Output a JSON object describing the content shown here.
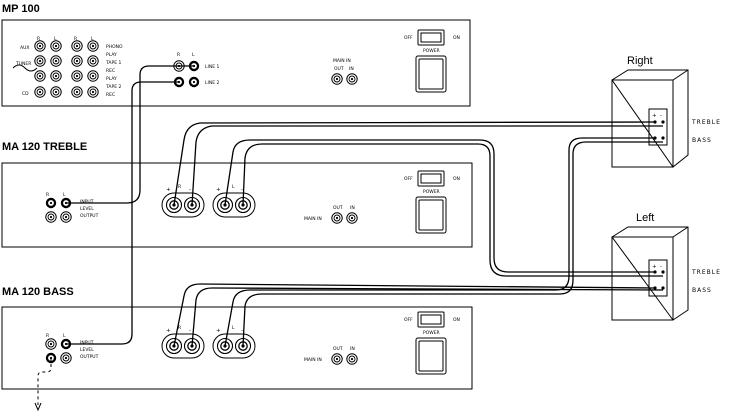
{
  "units": {
    "mp100": {
      "title": "MP 100",
      "power_label": "POWER",
      "on_label": "ON",
      "off_label": "OFF",
      "col_labels": [
        "R",
        "L",
        "R",
        "L"
      ],
      "row_labels": [
        "AUX",
        "TUNER",
        "CD"
      ],
      "side_labels": [
        "PHONO",
        "TAPE 1",
        "TAPE 2"
      ],
      "tape_labels": [
        "PLAY",
        "REC",
        "PLAY",
        "REC"
      ],
      "out_col_labels": [
        "R",
        "L"
      ],
      "out_labels": [
        "LINE 1",
        "LINE 2"
      ],
      "mainin_label": "MAIN IN",
      "mainin_jacks": [
        "OUT",
        "IN"
      ]
    },
    "treble": {
      "title": "MA 120  TREBLE",
      "power_label": "POWER",
      "on_label": "ON",
      "off_label": "OFF",
      "in_col_labels": [
        "R",
        "L"
      ],
      "in_labels": [
        "INPUT",
        "LEVEL",
        "OUTPUT"
      ],
      "speaker_r_label": "R",
      "speaker_l_label": "L",
      "mainin_label": "MAIN IN",
      "mainin_jacks": [
        "OUT",
        "IN"
      ]
    },
    "bass": {
      "title": "MA 120   BASS",
      "power_label": "POWER",
      "on_label": "ON",
      "off_label": "OFF",
      "in_col_labels": [
        "R",
        "L"
      ],
      "in_labels": [
        "INPUT",
        "LEVEL",
        "OUTPUT"
      ],
      "speaker_r_label": "R",
      "speaker_l_label": "L",
      "mainin_label": "MAIN IN",
      "mainin_jacks": [
        "OUT",
        "IN"
      ]
    }
  },
  "speakers": {
    "right": {
      "title": "Right",
      "treble_label": "TREBLE",
      "bass_label": "BASS"
    },
    "left": {
      "title": "Left",
      "treble_label": "TREBLE",
      "bass_label": "BASS"
    }
  }
}
